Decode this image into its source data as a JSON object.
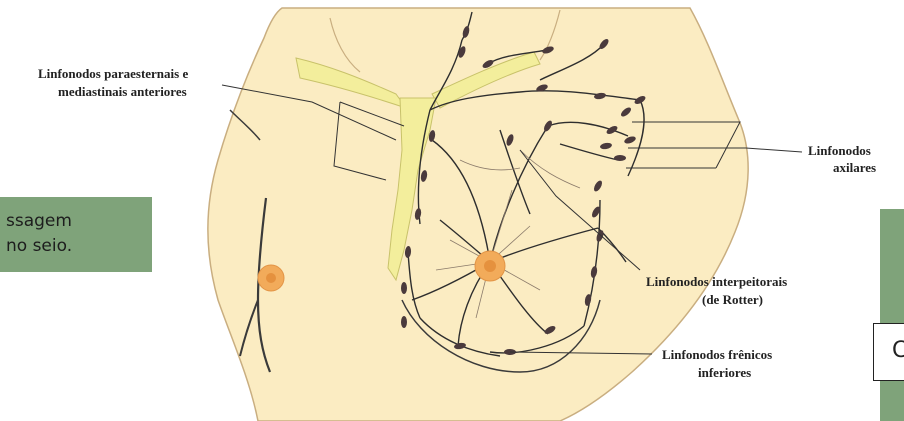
{
  "slide": {
    "left_panel_text_line1": "ssagem",
    "left_panel_text_line2": "no seio.",
    "right_box_text": "C",
    "colors": {
      "panel_green": "#7fa37a",
      "skin": "#fbecc2",
      "sternum_yellow": "#f3ee9c",
      "areola_orange": "#f2ab5a",
      "node_dark": "#4a3a3c"
    }
  },
  "diagram": {
    "labels": {
      "parasternal_line1": "Linfonodos paraesternais e",
      "parasternal_line2": "mediastinais anteriores",
      "axillary_line1": "Linfonodos",
      "axillary_line2": "axilares",
      "interpectoral_line1": "Linfonodos interpeitorais",
      "interpectoral_line2": "(de Rotter)",
      "phrenic_line1": "Linfonodos frênicos",
      "phrenic_line2": "inferiores"
    }
  }
}
